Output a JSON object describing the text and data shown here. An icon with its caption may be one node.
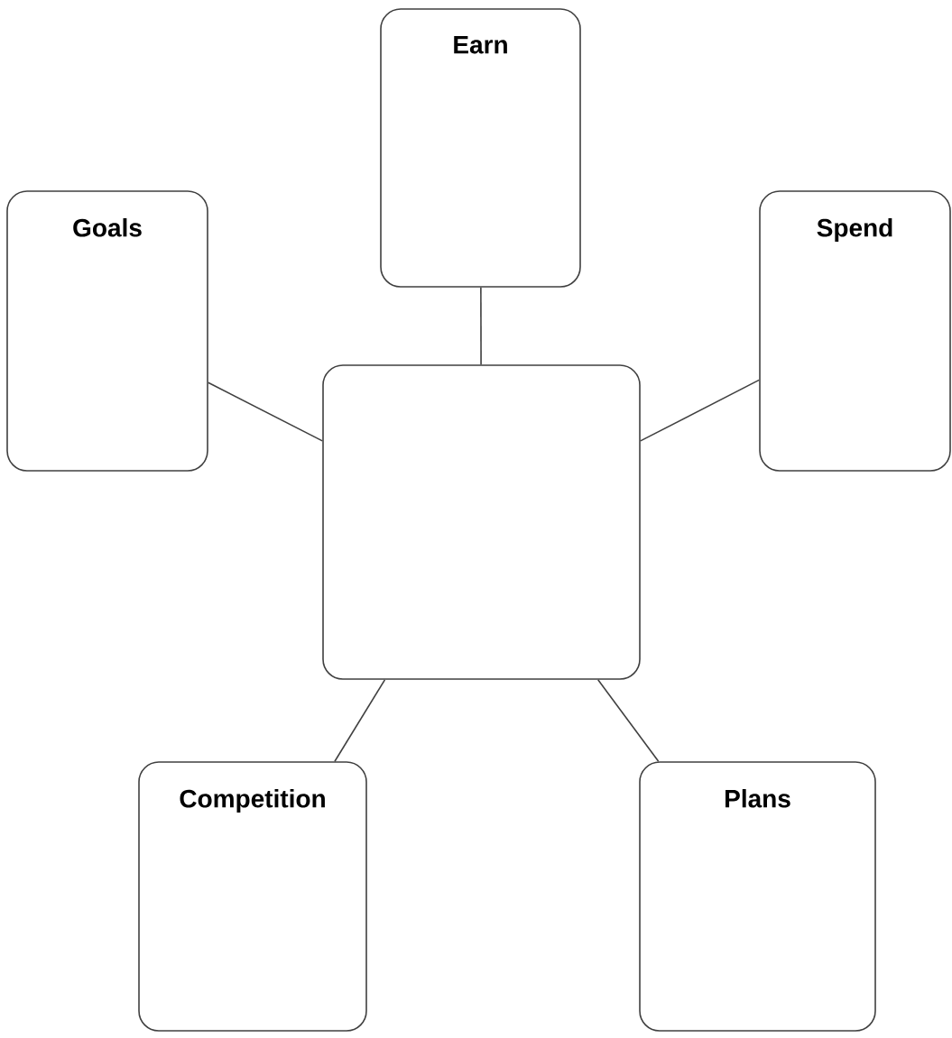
{
  "diagram": {
    "nodes": [
      {
        "text": [
          "Earn"
        ]
      },
      {
        "text": [
          "Goals"
        ]
      },
      {
        "text": [
          "Spend"
        ]
      },
      {
        "text": [],
        "shape": "box"
      },
      {
        "text": [
          "Competition"
        ]
      },
      {
        "text": [
          "Plans"
        ]
      }
    ],
    "edges": [
      {
        "from": 0,
        "to": 3,
        "arrow": "none"
      },
      {
        "from": 1,
        "to": 3,
        "arrow": "none"
      },
      {
        "from": 2,
        "to": 3,
        "arrow": "none"
      },
      {
        "from": 3,
        "to": 4,
        "arrow": "none"
      },
      {
        "from": 3,
        "to": 5,
        "arrow": "none"
      }
    ]
  }
}
